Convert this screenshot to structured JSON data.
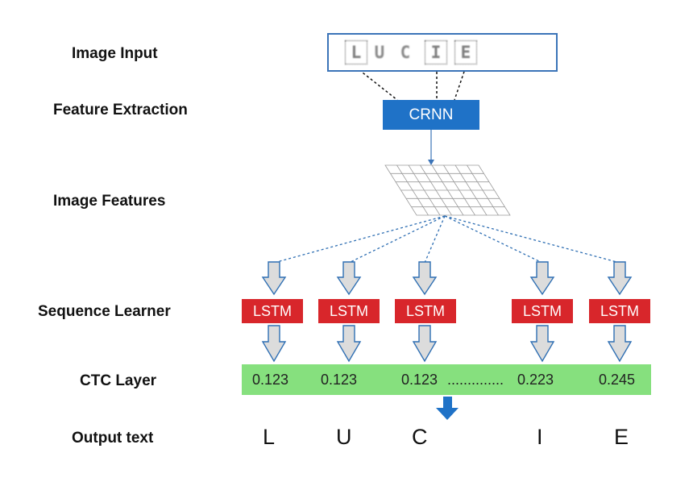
{
  "labels": {
    "image_input": "Image Input",
    "feature_extraction": "Feature Extraction",
    "image_features": "Image Features",
    "sequence_learner": "Sequence Learner",
    "ctc_layer": "CTC Layer",
    "output_text": "Output text"
  },
  "input_chars": [
    "L",
    "U",
    "C",
    "I",
    "E"
  ],
  "crnn_label": "CRNN",
  "lstm_label": "LSTM",
  "ctc_values": [
    "0.123",
    "0.123",
    "0.123",
    "..............",
    "0.223",
    "0.245"
  ],
  "output_letters": [
    "L",
    "U",
    "C",
    "I",
    "E"
  ],
  "colors": {
    "crnn": "#1f72c7",
    "lstm": "#d8262b",
    "ctc_bar": "#86e07e",
    "arrow_fill": "#dcdcdc",
    "arrow_stroke": "#2f6fb3",
    "output_arrow": "#1f72c7"
  }
}
